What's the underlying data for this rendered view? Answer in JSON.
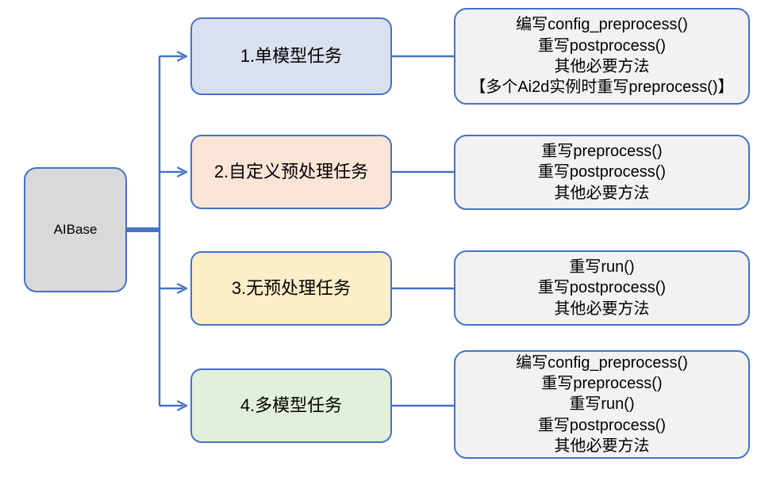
{
  "diagram": {
    "title": "AIBase task type inheritance diagram",
    "colors": {
      "border": "#4472c4",
      "connector": "#4472c4",
      "root_fill": "#d9d9d9",
      "detail_fill": "#f2f2f2",
      "canvas": "#ffffff"
    },
    "root": {
      "label": "AIBase",
      "fill": "#d9d9d9"
    },
    "branches": [
      {
        "id": "single-model-task",
        "label": "1.单模型任务",
        "fill": "#dae0f0",
        "detail": {
          "id": "single-model-task-detail",
          "lines": [
            "编写config_preprocess()",
            "重写postprocess()",
            "其他必要方法",
            "【多个Ai2d实例时重写preprocess()】"
          ]
        }
      },
      {
        "id": "custom-preprocess-task",
        "label": "2.自定义预处理任务",
        "fill": "#fbe5d6",
        "detail": {
          "id": "custom-preprocess-task-detail",
          "lines": [
            "重写preprocess()",
            "重写postprocess()",
            "其他必要方法"
          ]
        }
      },
      {
        "id": "no-preprocess-task",
        "label": "3.无预处理任务",
        "fill": "#fdeec8",
        "detail": {
          "id": "no-preprocess-task-detail",
          "lines": [
            "重写run()",
            "重写postprocess()",
            "其他必要方法"
          ]
        }
      },
      {
        "id": "multi-model-task",
        "label": "4.多模型任务",
        "fill": "#e2efda",
        "detail": {
          "id": "multi-model-task-detail",
          "lines": [
            "编写config_preprocess()",
            "重写preprocess()",
            "重写run()",
            "重写postprocess()",
            "其他必要方法"
          ]
        }
      }
    ]
  }
}
